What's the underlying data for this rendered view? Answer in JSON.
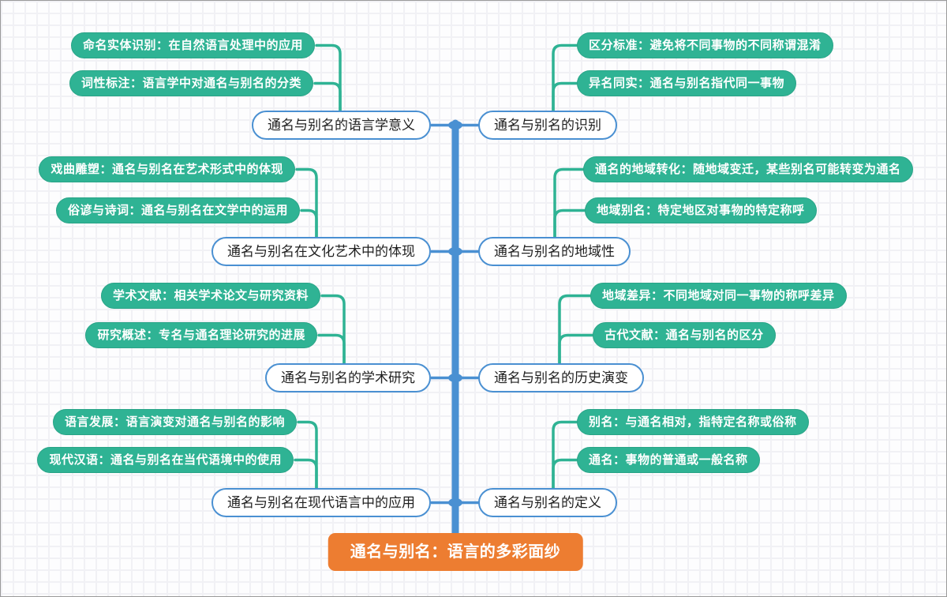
{
  "root": {
    "label": "通名与别名：语言的多彩面纱"
  },
  "branches": [
    {
      "side": "left",
      "label": "通名与别名的语言学意义",
      "children": [
        "命名实体识别：在自然语言处理中的应用",
        "词性标注：语言学中对通名与别名的分类"
      ]
    },
    {
      "side": "right",
      "label": "通名与别名的识别",
      "children": [
        "区分标准：避免将不同事物的不同称谓混淆",
        "异名同实：通名与别名指代同一事物"
      ]
    },
    {
      "side": "left",
      "label": "通名与别名在文化艺术中的体现",
      "children": [
        "戏曲雕塑：通名与别名在艺术形式中的体现",
        "俗谚与诗词：通名与别名在文学中的运用"
      ]
    },
    {
      "side": "right",
      "label": "通名与别名的地域性",
      "children": [
        "通名的地域转化：随地域变迁，某些别名可能转变为通名",
        "地域别名：特定地区对事物的特定称呼"
      ]
    },
    {
      "side": "left",
      "label": "通名与别名的学术研究",
      "children": [
        "学术文献：相关学术论文与研究资料",
        "研究概述：专名与通名理论研究的进展"
      ]
    },
    {
      "side": "right",
      "label": "通名与别名的历史演变",
      "children": [
        "地域差异：不同地域对同一事物的称呼差异",
        "古代文献：通名与别名的区分"
      ]
    },
    {
      "side": "left",
      "label": "通名与别名在现代语言中的应用",
      "children": [
        "语言发展：语言演变对通名与别名的影响",
        "现代汉语：通名与别名在当代语境中的使用"
      ]
    },
    {
      "side": "right",
      "label": "通名与别名的定义",
      "children": [
        "别名：与通名相对，指特定名称或俗称",
        "通名：事物的普通或一般名称"
      ]
    }
  ],
  "colors": {
    "trunk_blue": "#4a90d2",
    "topic_teal": "#2fb394",
    "root_orange": "#ed7d31",
    "grid_line": "#f1f1f5"
  }
}
